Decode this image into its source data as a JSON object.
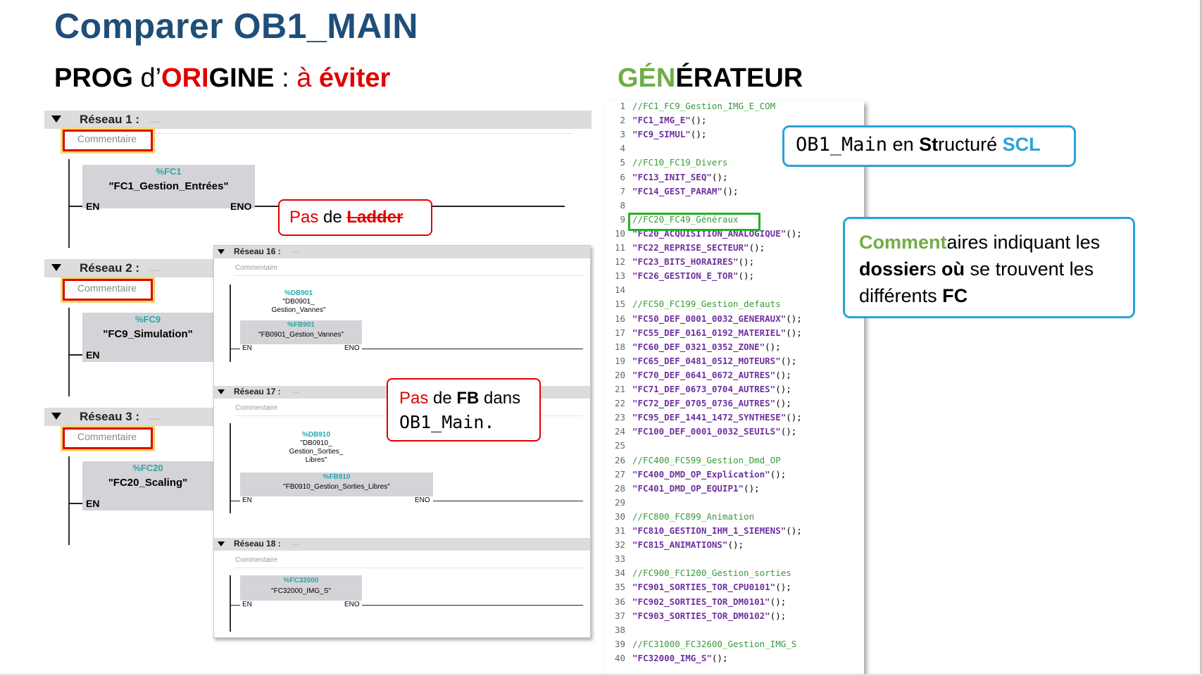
{
  "title": "Comparer OB1_MAIN",
  "left_heading": {
    "part1": "PROG",
    "part2": " d’",
    "part3": "ORI",
    "part4": "GINE",
    "part5": " : ",
    "part6": "à",
    "part7": " ",
    "part8": "éviter"
  },
  "right_heading": {
    "part1": "GÉN",
    "part2": "ÉRATEUR"
  },
  "ladder": {
    "networks": [
      {
        "label": "Réseau 1 :",
        "dots": ".....",
        "comment": "Commentaire",
        "block_num": "%FC1",
        "block_name": "\"FC1_Gestion_Entrées\"",
        "en": "EN",
        "eno": "ENO"
      },
      {
        "label": "Réseau 2 :",
        "dots": ".....",
        "comment": "Commentaire",
        "block_num": "%FC9",
        "block_name": "\"FC9_Simulation\"",
        "en": "EN"
      },
      {
        "label": "Réseau 3 :",
        "dots": ".....",
        "comment": "Commentaire",
        "block_num": "%FC20",
        "block_name": "\"FC20_Scaling\"",
        "en": "EN"
      }
    ],
    "sub_networks": [
      {
        "label": "Réseau 16 :",
        "dots": "....",
        "comment": "Commentaire",
        "db_num": "%DB901",
        "db_name_1": "\"DB0901_",
        "db_name_2": "Gestion_Vannes\"",
        "fb_num": "%FB901",
        "fb_name": "\"FB0901_Gestion_Vannes\"",
        "en": "EN",
        "eno": "ENO"
      },
      {
        "label": "Réseau 17 :",
        "dots": "....",
        "comment": "Commentaire",
        "db_num": "%DB910",
        "db_name_1": "\"DB0910_",
        "db_name_2": "Gestion_Sorties_",
        "db_name_3": "Libres\"",
        "fb_num": "%FB910",
        "fb_name": "\"FB0910_Gestion_Sorties_Libres\"",
        "en": "EN",
        "eno": "ENO"
      },
      {
        "label": "Réseau 18 :",
        "dots": "....",
        "comment": "Commentaire",
        "fc_num": "%FC32000",
        "fc_name": "\"FC32000_IMG_S\"",
        "en": "EN",
        "eno": "ENO"
      }
    ]
  },
  "callouts": {
    "ladder": {
      "pas": "Pas",
      "de": " de ",
      "word": "Ladder"
    },
    "fb": {
      "pas": "Pas",
      "de": " de ",
      "fb": "FB",
      "dans": " dans",
      "line2": "OB1_Main."
    },
    "scl": {
      "code": "OB1_Main",
      "en": " en ",
      "st": "St",
      "ructure": "ructuré ",
      "scl": "SCL"
    },
    "comments": {
      "comment": "Comment",
      "aires": "aires indiquant les",
      "dossier": "dossier",
      "s": "s",
      "ou": " où",
      "trouvent": " se trouvent les",
      "diff": "différents ",
      "fc": "FC"
    }
  },
  "code_lines": [
    {
      "n": "1",
      "t": "//FC1_FC9_Gestion_IMG_E_COM",
      "k": "comment"
    },
    {
      "n": "2",
      "t": "\"FC1_IMG_E\"",
      "k": "call"
    },
    {
      "n": "3",
      "t": "\"FC9_SIMUL\"",
      "k": "call"
    },
    {
      "n": "4",
      "t": "",
      "k": "blank"
    },
    {
      "n": "5",
      "t": "//FC10_FC19_Divers",
      "k": "comment"
    },
    {
      "n": "6",
      "t": "\"FC13_INIT_SEQ\"",
      "k": "call"
    },
    {
      "n": "7",
      "t": "\"FC14_GEST_PARAM\"",
      "k": "call"
    },
    {
      "n": "8",
      "t": "",
      "k": "blank"
    },
    {
      "n": "9",
      "t": "//FC20_FC49_Généraux",
      "k": "comment"
    },
    {
      "n": "10",
      "t": "\"FC20_ACQUISITION_ANALOGIQUE\"",
      "k": "call"
    },
    {
      "n": "11",
      "t": "\"FC22_REPRISE_SECTEUR\"",
      "k": "call"
    },
    {
      "n": "12",
      "t": "\"FC23_BITS_HORAIRES\"",
      "k": "call"
    },
    {
      "n": "13",
      "t": "\"FC26_GESTION_E_TOR\"",
      "k": "call"
    },
    {
      "n": "14",
      "t": "",
      "k": "blank"
    },
    {
      "n": "15",
      "t": "//FC50_FC199_Gestion_defauts",
      "k": "comment"
    },
    {
      "n": "16",
      "t": "\"FC50_DEF_0001_0032_GENERAUX\"",
      "k": "call"
    },
    {
      "n": "17",
      "t": "\"FC55_DEF_0161_0192_MATERIEL\"",
      "k": "call"
    },
    {
      "n": "18",
      "t": "\"FC60_DEF_0321_0352_ZONE\"",
      "k": "call"
    },
    {
      "n": "19",
      "t": "\"FC65_DEF_0481_0512_MOTEURS\"",
      "k": "call"
    },
    {
      "n": "20",
      "t": "\"FC70_DEF_0641_0672_AUTRES\"",
      "k": "call"
    },
    {
      "n": "21",
      "t": "\"FC71_DEF_0673_0704_AUTRES\"",
      "k": "call"
    },
    {
      "n": "22",
      "t": "\"FC72_DEF_0705_0736_AUTRES\"",
      "k": "call"
    },
    {
      "n": "23",
      "t": "\"FC95_DEF_1441_1472_SYNTHESE\"",
      "k": "call"
    },
    {
      "n": "24",
      "t": "\"FC100_DEF_0001_0032_SEUILS\"",
      "k": "call"
    },
    {
      "n": "25",
      "t": "",
      "k": "blank"
    },
    {
      "n": "26",
      "t": "//FC400_FC599_Gestion_Dmd_OP",
      "k": "comment"
    },
    {
      "n": "27",
      "t": "\"FC400_DMD_OP_Explication\"",
      "k": "call"
    },
    {
      "n": "28",
      "t": "\"FC401_DMD_OP_EQUIP1\"",
      "k": "call"
    },
    {
      "n": "29",
      "t": "",
      "k": "blank"
    },
    {
      "n": "30",
      "t": "//FC800_FC899_Animation",
      "k": "comment"
    },
    {
      "n": "31",
      "t": "\"FC810_GESTION_IHM_1_SIEMENS\"",
      "k": "call"
    },
    {
      "n": "32",
      "t": "\"FC815_ANIMATIONS\"",
      "k": "call"
    },
    {
      "n": "33",
      "t": "",
      "k": "blank"
    },
    {
      "n": "34",
      "t": "//FC900_FC1200_Gestion_sorties",
      "k": "comment"
    },
    {
      "n": "35",
      "t": "\"FC901_SORTIES_TOR_CPU0101\"",
      "k": "call"
    },
    {
      "n": "36",
      "t": "\"FC902_SORTIES_TOR_DM0101\"",
      "k": "call"
    },
    {
      "n": "37",
      "t": "\"FC903_SORTIES_TOR_DM0102\"",
      "k": "call"
    },
    {
      "n": "38",
      "t": "",
      "k": "blank"
    },
    {
      "n": "39",
      "t": "//FC31000_FC32600_Gestion_IMG_S",
      "k": "comment"
    },
    {
      "n": "40",
      "t": "\"FC32000_IMG_S\"",
      "k": "call"
    }
  ],
  "call_suffix": "();",
  "colors": {
    "title": "#1f4e79",
    "red": "#e00000",
    "green": "#70ad47",
    "cyan": "#29a3d9",
    "code_comment": "#3a9a3a",
    "code_call": "#7030a0"
  }
}
